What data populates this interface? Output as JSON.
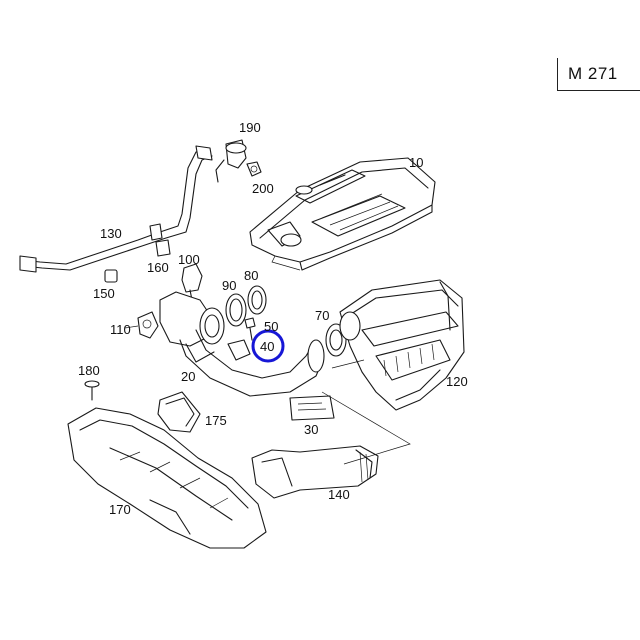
{
  "engine_code": "M 271",
  "highlight_color": "#1717d6",
  "parts": [
    {
      "id": "p10",
      "label": "10"
    },
    {
      "id": "p20",
      "label": "20"
    },
    {
      "id": "p30",
      "label": "30"
    },
    {
      "id": "p40",
      "label": "40",
      "highlighted": true
    },
    {
      "id": "p50",
      "label": "50"
    },
    {
      "id": "p70",
      "label": "70"
    },
    {
      "id": "p80",
      "label": "80"
    },
    {
      "id": "p90",
      "label": "90"
    },
    {
      "id": "p100",
      "label": "100"
    },
    {
      "id": "p110",
      "label": "110"
    },
    {
      "id": "p120",
      "label": "120"
    },
    {
      "id": "p130",
      "label": "130"
    },
    {
      "id": "p140",
      "label": "140"
    },
    {
      "id": "p150",
      "label": "150"
    },
    {
      "id": "p160",
      "label": "160"
    },
    {
      "id": "p170",
      "label": "170"
    },
    {
      "id": "p175",
      "label": "175"
    },
    {
      "id": "p180",
      "label": "180"
    },
    {
      "id": "p190",
      "label": "190"
    },
    {
      "id": "p200",
      "label": "200"
    }
  ]
}
